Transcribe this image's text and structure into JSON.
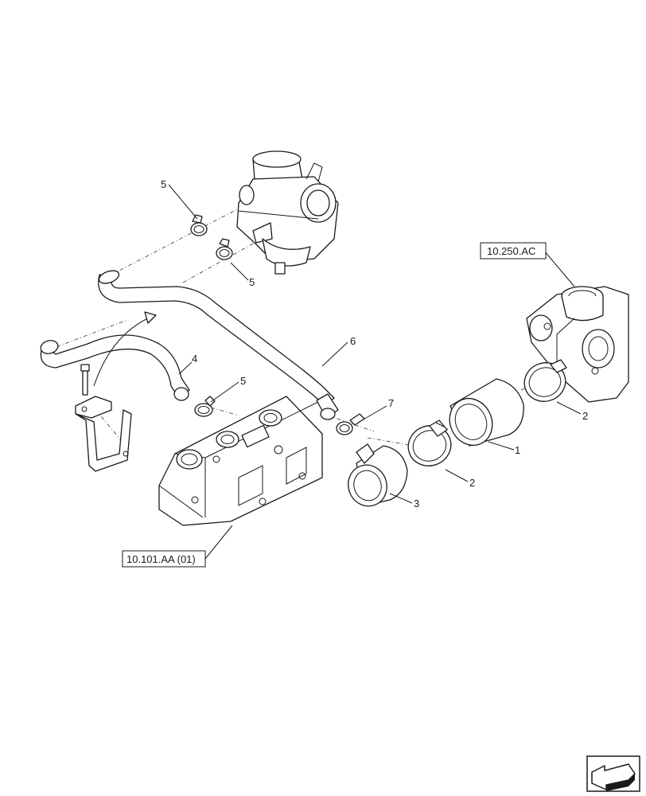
{
  "references": {
    "top_right": "10.250.AC",
    "bottom_left": "10.101.AA (01)"
  },
  "callouts": {
    "c1": "1",
    "c2a": "2",
    "c2b": "2",
    "c3": "3",
    "c4": "4",
    "c5a": "5",
    "c5b": "5",
    "c5c": "5",
    "c6": "6",
    "c7": "7"
  },
  "icons": {
    "nav": "next-page-arrow-icon"
  }
}
